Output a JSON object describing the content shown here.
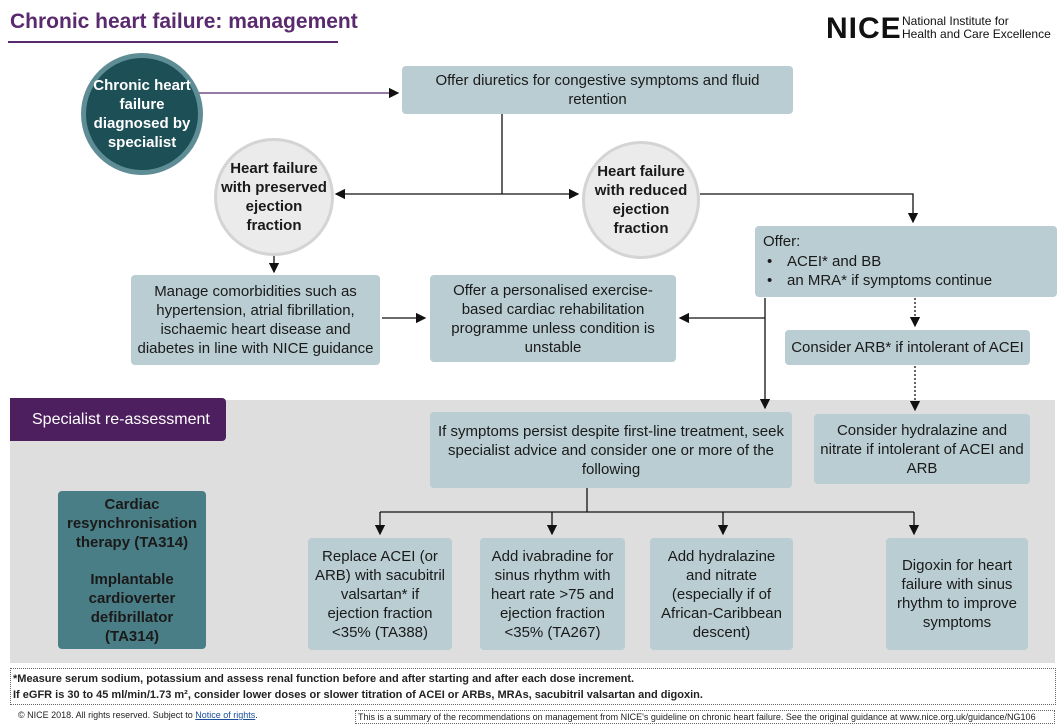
{
  "header": {
    "title": "Chronic heart failure: management",
    "logo_text": "NICE",
    "logo_sub_line1": "National Institute for",
    "logo_sub_line2": "Health and Care Excellence"
  },
  "nodes": {
    "start": "Chronic heart failure diagnosed by specialist",
    "diuretics": "Offer diuretics for congestive symptoms and fluid retention",
    "preserved": "Heart failure with preserved ejection fraction",
    "reduced": "Heart failure with reduced ejection fraction",
    "comorbidities": "Manage comorbidities such as hypertension, atrial fibrillation, ischaemic heart disease and diabetes in line with NICE guidance",
    "rehab": "Offer a personalised exercise-based cardiac rehabilitation programme unless condition is unstable",
    "offer_title": "Offer:",
    "offer_item1": "ACEI* and BB",
    "offer_item2": "an MRA* if symptoms continue",
    "arb": "Consider ARB* if intolerant of ACEI",
    "hydralazine_consider": "Consider hydralazine and nitrate if intolerant of ACEI and ARB",
    "specialist_label": "Specialist re-assessment",
    "persist": "If symptoms persist despite first-line treatment, seek specialist advice and consider one or more of the following",
    "crt_line1": "Cardiac resynchronisation therapy (TA314)",
    "crt_line2": "Implantable cardioverter defibrillator (TA314)",
    "sacubitril": "Replace ACEI (or ARB) with sacubitril valsartan* if ejection fraction <35% (TA388)",
    "ivabradine": "Add ivabradine for sinus rhythm with heart rate >75 and ejection fraction <35% (TA267)",
    "hydralazine_add": "Add hydralazine and nitrate (especially if of African-Caribbean descent)",
    "digoxin": "Digoxin for heart failure with sinus rhythm to improve symptoms"
  },
  "footer": {
    "note1": "*Measure serum sodium, potassium and assess renal function before and after starting and after each dose increment.",
    "note2": "If eGFR is 30 to 45 ml/min/1.73 m², consider lower doses or slower titration of ACEI or ARBs, MRAs, sacubitril valsartan and digoxin.",
    "copyright": "© NICE 2018. All rights reserved. Subject to",
    "rights_link": "Notice of rights",
    "summary": "This is a summary of the recommendations on management from NICE's guideline on chronic heart failure. See the original guidance at www.nice.org.uk/guidance/NG106"
  },
  "colors": {
    "title_purple": "#5a2a6e",
    "box_blue": "#b9cdd2",
    "start_teal": "#1d4f57",
    "crt_teal": "#4a7e86",
    "specialist_purple": "#4e1f5e",
    "band_grey": "#dedede"
  }
}
